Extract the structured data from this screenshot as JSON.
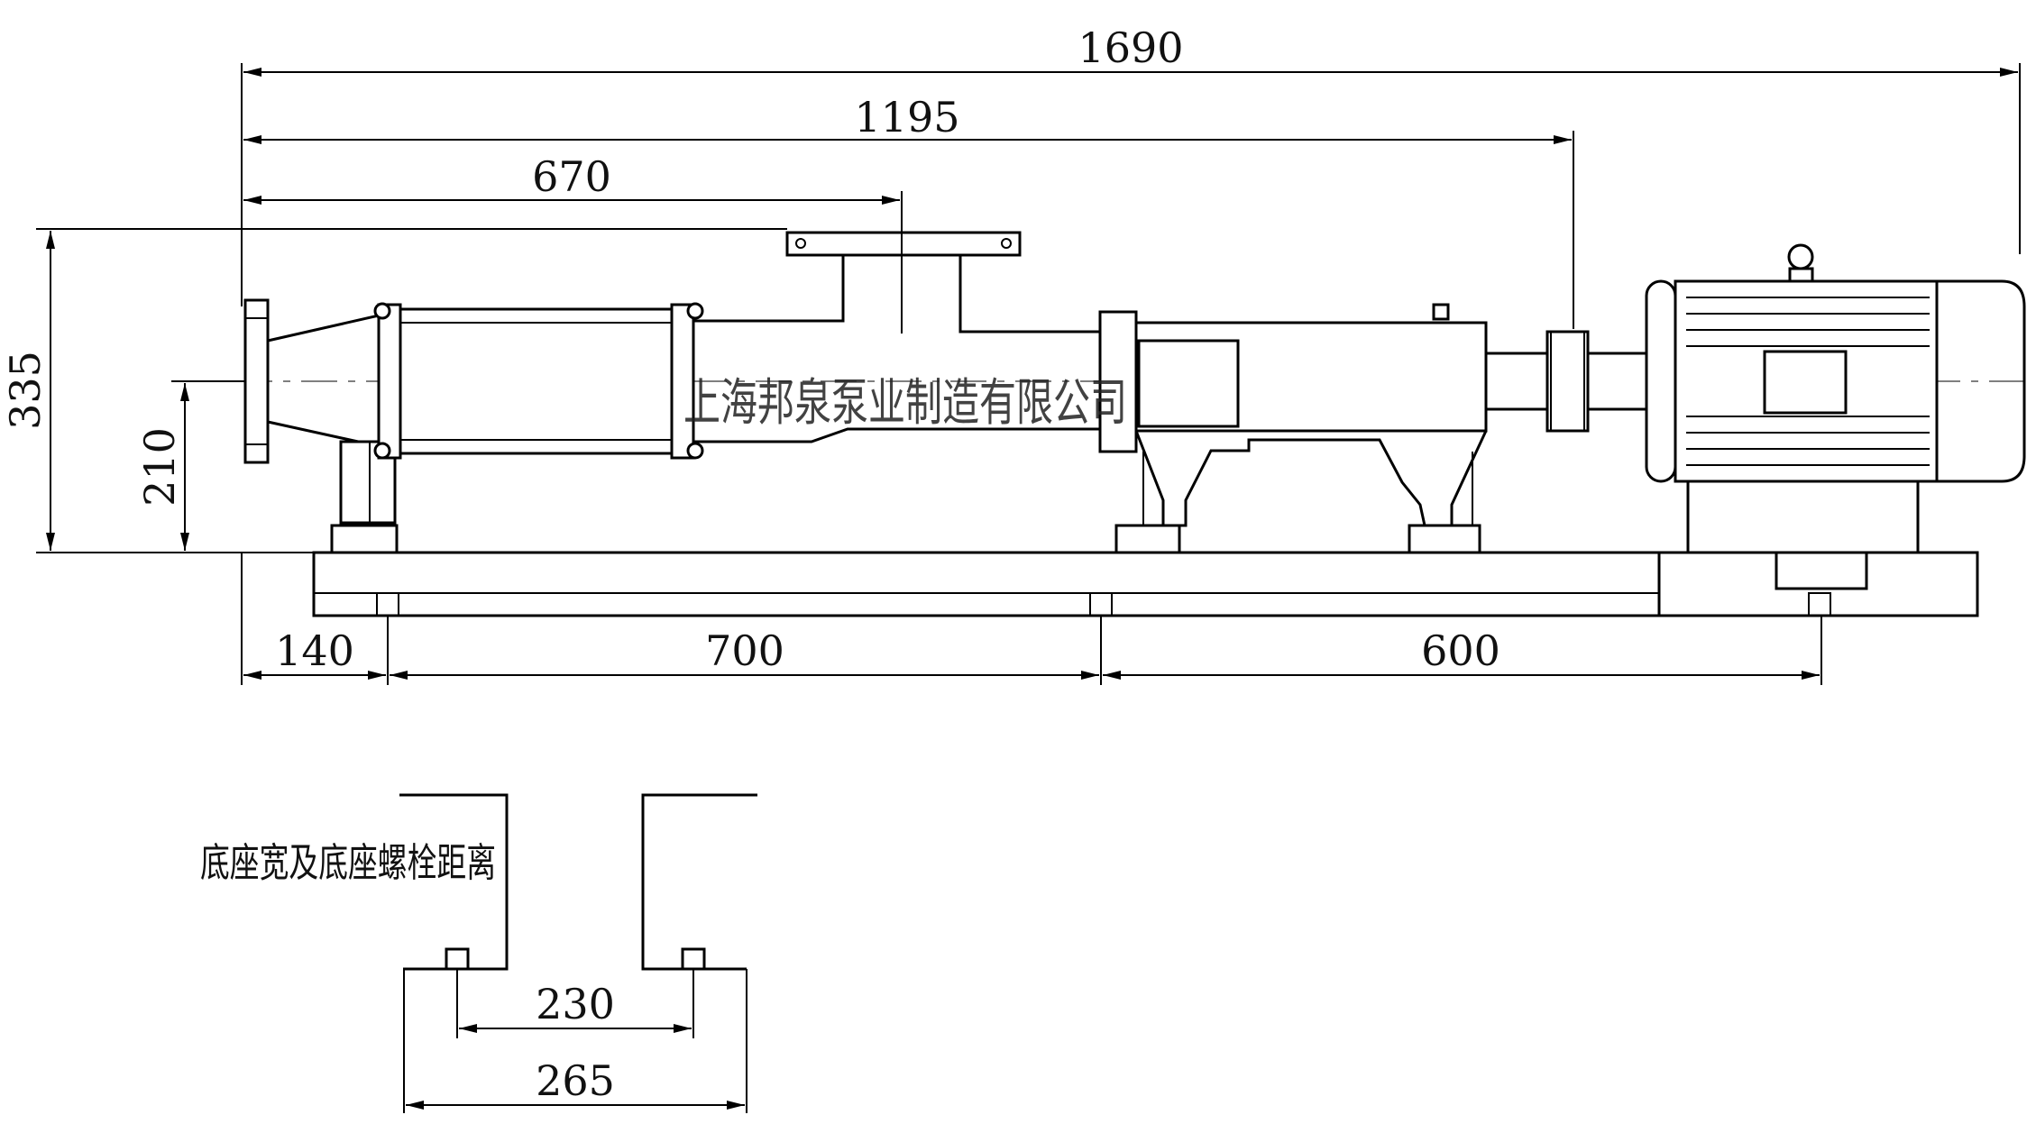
{
  "drawing": {
    "watermark": "上海邦泉泵业制造有限公司",
    "base_caption": "底座宽及底座螺栓距离",
    "dimensions": {
      "overall_length": "1690",
      "to_coupling": "1195",
      "to_outlet": "670",
      "height_total": "335",
      "height_center": "210",
      "bolt_left": "140",
      "bolt_middle": "700",
      "bolt_right": "600",
      "bolt_spacing_width": "230",
      "base_width": "265"
    }
  }
}
